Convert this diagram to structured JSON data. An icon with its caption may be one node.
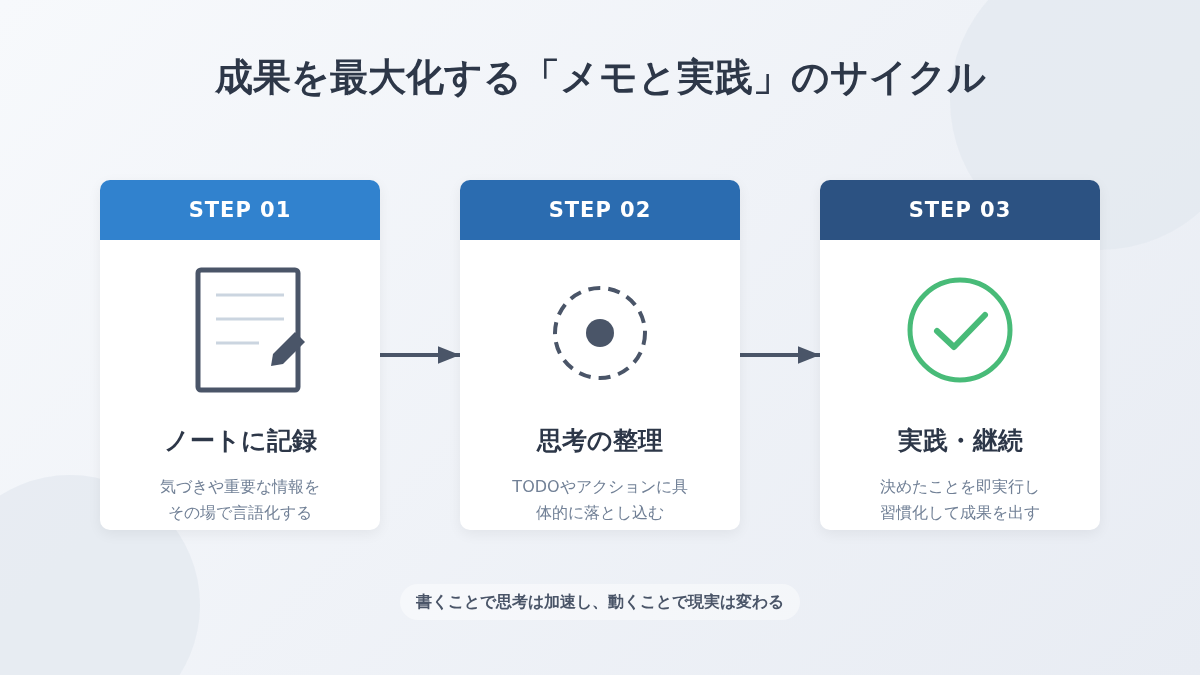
{
  "diagram": {
    "title": "成果を最大化する「メモと実践」のサイクル",
    "nodes": [
      {
        "text": [
          "STEP 01",
          "ノートに記録",
          "気づきや重要な情報をその場で言語化する"
        ]
      },
      {
        "text": [
          "STEP 02",
          "思考の整理",
          "TODOやアクションに具体的に落とし込む"
        ]
      },
      {
        "text": [
          "STEP 03",
          "実践・継続",
          "決めたことを即実行し習慣化して成果を出す"
        ]
      }
    ],
    "edges": [
      {
        "from": 0,
        "to": 1,
        "arrow": "to"
      },
      {
        "from": 1,
        "to": 2,
        "arrow": "to"
      }
    ],
    "caption": "書くことで思考は加速し、動くことで現実は変わる"
  }
}
